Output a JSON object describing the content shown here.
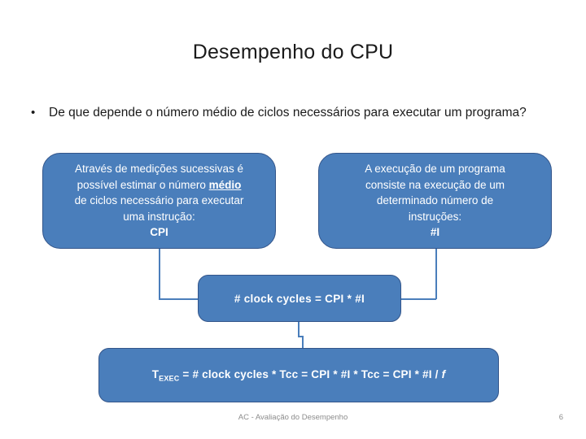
{
  "slide": {
    "title": "Desempenho do CPU",
    "bullet": {
      "marker": "•",
      "text": "De que depende o número médio de ciclos necessários para executar um programa?"
    },
    "boxes": {
      "cpi": {
        "line1": "Através de medições sucessivas é",
        "line2_pre": "possível estimar o número ",
        "line2_emph": "médio",
        "line3": "de ciclos necessário para executar",
        "line4": "uma instrução:",
        "line5": "CPI"
      },
      "instr": {
        "line1": "A execução de um programa",
        "line2": "consiste na execução de um",
        "line3": "determinado número de",
        "line4": "instruções:",
        "line5": "#I"
      },
      "clock_cycles": {
        "formula": "# clock cycles = CPI * #I"
      },
      "texec": {
        "symbol": "T",
        "subscript": "EXEC",
        "formula_mid": " = # clock cycles * Tcc = CPI * #I * Tcc = CPI * #I / ",
        "frequency": "f"
      }
    },
    "footer": {
      "text": "AC - Avaliação do Desempenho",
      "page": "6"
    },
    "colors": {
      "shape_fill": "#4a7ebb",
      "shape_border": "#33558a",
      "text_dark": "#1a1a1a",
      "footer_gray": "#8c8c8c",
      "background": "#ffffff"
    }
  }
}
